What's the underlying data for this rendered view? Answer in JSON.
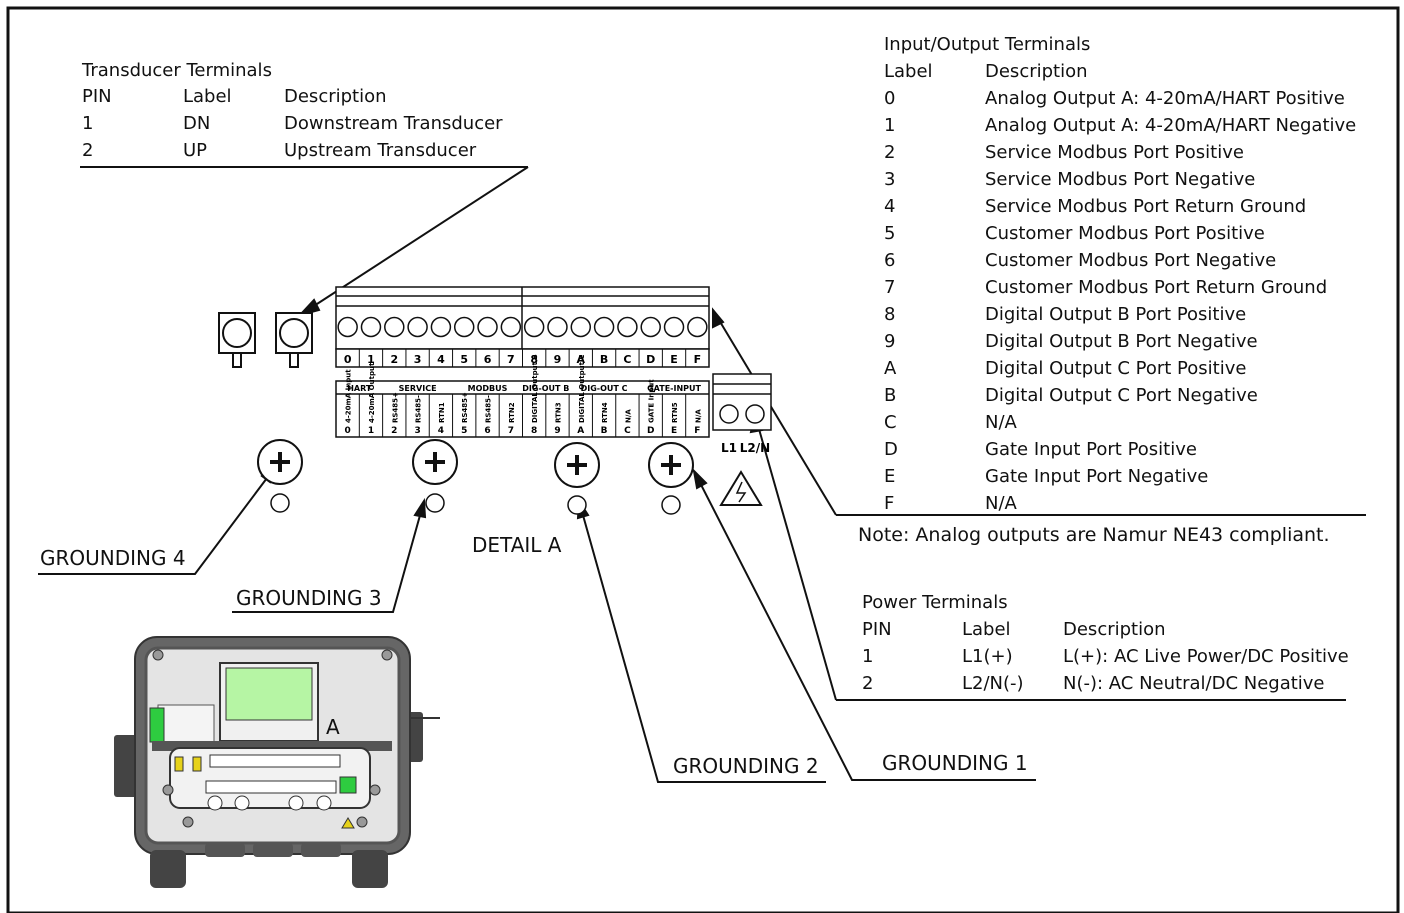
{
  "transducer": {
    "title": "Transducer Terminals",
    "headers": [
      "PIN",
      "Label",
      "Description"
    ],
    "rows": [
      [
        "1",
        "DN",
        "Downstream Transducer"
      ],
      [
        "2",
        "UP",
        "Upstream Transducer"
      ]
    ]
  },
  "io": {
    "title": "Input/Output Terminals",
    "headers": [
      "Label",
      "Description"
    ],
    "rows": [
      [
        "0",
        "Analog Output A: 4-20mA/HART Positive"
      ],
      [
        "1",
        "Analog Output A: 4-20mA/HART Negative"
      ],
      [
        "2",
        "Service Modbus Port Positive"
      ],
      [
        "3",
        "Service Modbus Port Negative"
      ],
      [
        "4",
        "Service Modbus Port Return Ground"
      ],
      [
        "5",
        "Customer Modbus Port Positive"
      ],
      [
        "6",
        "Customer Modbus Port Negative"
      ],
      [
        "7",
        "Customer Modbus Port Return Ground"
      ],
      [
        "8",
        "Digital Output B Port Positive"
      ],
      [
        "9",
        "Digital Output B Port Negative"
      ],
      [
        "A",
        "Digital Output C Port Positive"
      ],
      [
        "B",
        "Digital Output C Port Negative"
      ],
      [
        "C",
        "N/A"
      ],
      [
        "D",
        "Gate Input Port Positive"
      ],
      [
        "E",
        "Gate Input Port Negative"
      ],
      [
        "F",
        "N/A"
      ]
    ],
    "note": "Note: Analog outputs are Namur NE43 compliant."
  },
  "power": {
    "title": "Power Terminals",
    "headers": [
      "PIN",
      "Label",
      "Description"
    ],
    "rows": [
      [
        "1",
        "L1(+)",
        "L(+): AC Live Power/DC Positive"
      ],
      [
        "2",
        "L2/N(-)",
        "N(-): AC Neutral/DC Negative"
      ]
    ]
  },
  "callouts": {
    "grounding1": "GROUNDING 1",
    "grounding2": "GROUNDING 2",
    "grounding3": "GROUNDING 3",
    "grounding4": "GROUNDING 4",
    "detail": "DETAIL A",
    "enclosure_marker": "A"
  },
  "terminal_strip": {
    "pins": [
      "0",
      "1",
      "2",
      "3",
      "4",
      "5",
      "6",
      "7",
      "8",
      "9",
      "A",
      "B",
      "C",
      "D",
      "E",
      "F"
    ],
    "groups": [
      "HART",
      "SERVICE",
      "MODBUS",
      "DIG-OUT B",
      "DIG-OUT C",
      "GATE-INPUT"
    ],
    "signals": [
      "4-20mA Input",
      "4-20mA Output",
      "RS485+",
      "RS485-",
      "RTN1",
      "RS485+",
      "RS485-",
      "RTN2",
      "DIGITAL Output B",
      "RTN3",
      "DIGITAL Output C",
      "RTN4",
      "N/A",
      "GATE Input",
      "RTN5",
      "N/A"
    ],
    "power_labels": [
      "L1",
      "L2/N"
    ]
  },
  "colors": {
    "line": "#111111",
    "lcd": "#b6f5a4",
    "terminal_yellow": "#e6d21a",
    "enclosure": "#555555"
  }
}
